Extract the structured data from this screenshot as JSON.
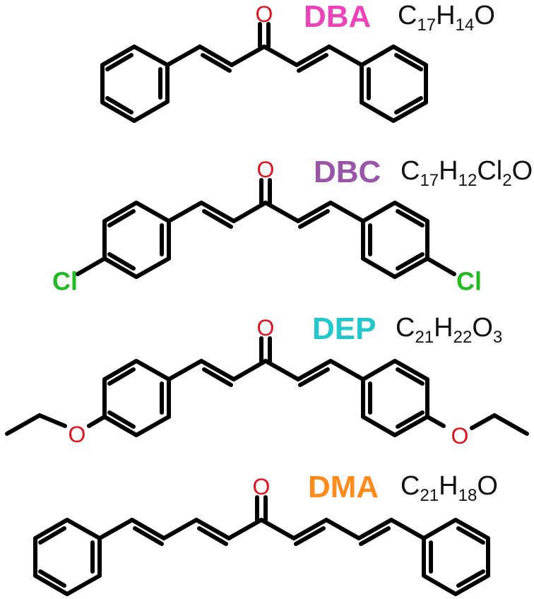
{
  "molecules": [
    {
      "code": "DBA",
      "code_color": "#ee44bb",
      "formula": [
        {
          "t": "C"
        },
        {
          "t": "17",
          "sub": true
        },
        {
          "t": "H"
        },
        {
          "t": "14",
          "sub": true
        },
        {
          "t": "O"
        }
      ],
      "atoms": {
        "oxygen": "O"
      }
    },
    {
      "code": "DBC",
      "code_color": "#9955aa",
      "formula": [
        {
          "t": "C"
        },
        {
          "t": "17",
          "sub": true
        },
        {
          "t": "H"
        },
        {
          "t": "12",
          "sub": true
        },
        {
          "t": "Cl"
        },
        {
          "t": "2",
          "sub": true
        },
        {
          "t": "O"
        }
      ],
      "atoms": {
        "oxygen": "O",
        "chlorine_left": "Cl",
        "chlorine_right": "Cl"
      }
    },
    {
      "code": "DEP",
      "code_color": "#22c8cc",
      "formula": [
        {
          "t": "C"
        },
        {
          "t": "21",
          "sub": true
        },
        {
          "t": "H"
        },
        {
          "t": "22",
          "sub": true
        },
        {
          "t": "O"
        },
        {
          "t": "3",
          "sub": true
        }
      ],
      "atoms": {
        "oxygen": "O",
        "ether_left": "O",
        "ether_right": "O"
      }
    },
    {
      "code": "DMA",
      "code_color": "#ff8c1a",
      "formula": [
        {
          "t": "C"
        },
        {
          "t": "21",
          "sub": true
        },
        {
          "t": "H"
        },
        {
          "t": "18",
          "sub": true
        },
        {
          "t": "O"
        }
      ],
      "atoms": {
        "oxygen": "O"
      }
    }
  ],
  "colors": {
    "oxygen": "#e0141e",
    "chlorine": "#22bb22",
    "bond": "#000000"
  }
}
